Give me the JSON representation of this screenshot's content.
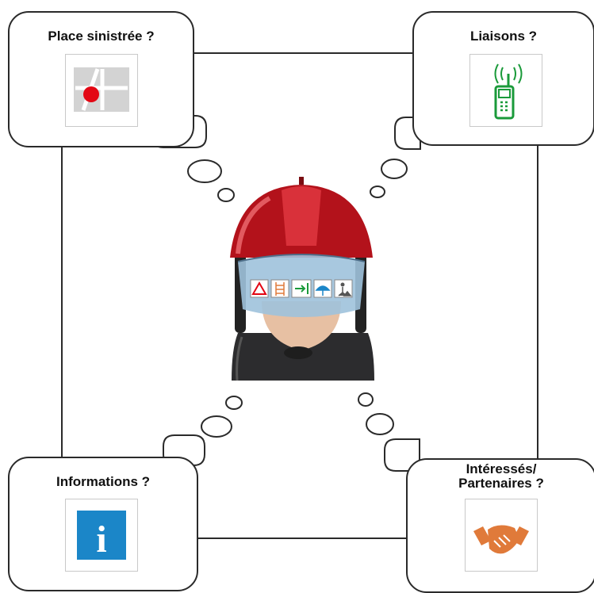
{
  "cards": {
    "place": {
      "title": "Place sinistrée ?",
      "icon": "map-pin-icon"
    },
    "liaisons": {
      "title": "Liaisons ?",
      "icon": "mobile-radio-icon"
    },
    "informations": {
      "title": "Informations ?",
      "icon": "info-icon"
    },
    "partenaires": {
      "title_line1": "Intéressés/",
      "title_line2": "Partenaires ?",
      "icon": "handshake-icon"
    }
  },
  "colors": {
    "outline": "#2a2a2a",
    "pin_red": "#e30613",
    "radio_green": "#1a9a3a",
    "info_blue": "#1b86c8",
    "handshake_orange": "#e07a3a",
    "helmet_red": "#b3121b"
  },
  "center": {
    "figure": "firefighter-helmet-icon"
  }
}
